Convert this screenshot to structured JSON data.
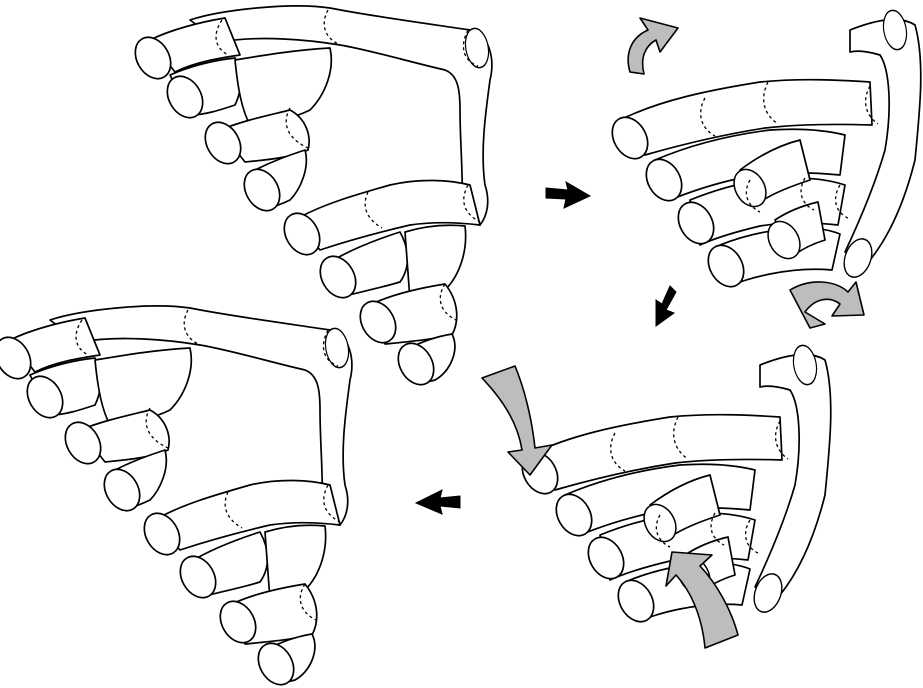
{
  "colors": {
    "background": "#ffffff",
    "outline": "#000000",
    "tube_fill": "#ffffff",
    "rotation_arrow": "#bdbdbd",
    "flow_arrow": "#000000"
  },
  "panels": [
    {
      "name": "panel-top-left",
      "state": "branched tubes, initial"
    },
    {
      "name": "panel-top-right",
      "state": "branches folded together"
    },
    {
      "name": "panel-bottom-right",
      "state": "branches folded together, alternate"
    },
    {
      "name": "panel-bottom-left",
      "state": "branched tubes, final"
    }
  ],
  "flow_arrows": [
    "right",
    "down",
    "left"
  ],
  "rotation_arrow_icons": [
    "curved-arrow-icon",
    "curved-arrow-icon",
    "curved-arrow-icon",
    "curved-arrow-icon"
  ]
}
